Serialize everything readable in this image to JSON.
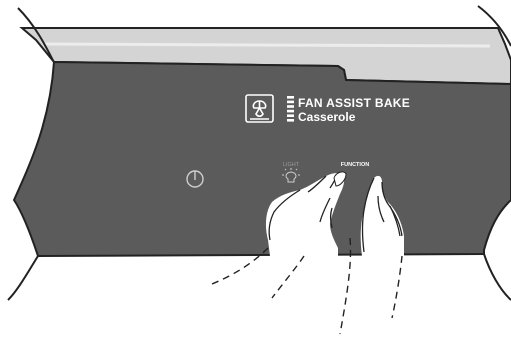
{
  "display": {
    "mode_title": "FAN ASSIST BAKE",
    "mode_subtitle": "Casserole",
    "mode_icon": "fan-oven-icon",
    "level_icon": "level-bars-icon"
  },
  "controls": {
    "power": {
      "icon": "power-icon"
    },
    "light": {
      "label": "LIGHT",
      "icon": "light-bulb-icon"
    },
    "function": {
      "label": "FUNCTION"
    }
  },
  "colors": {
    "panel": "#5b5b5b",
    "trim": "#d4d4d4",
    "display_text": "#ffffff",
    "dim_label": "#9a9a9a",
    "outline": "#222222"
  }
}
